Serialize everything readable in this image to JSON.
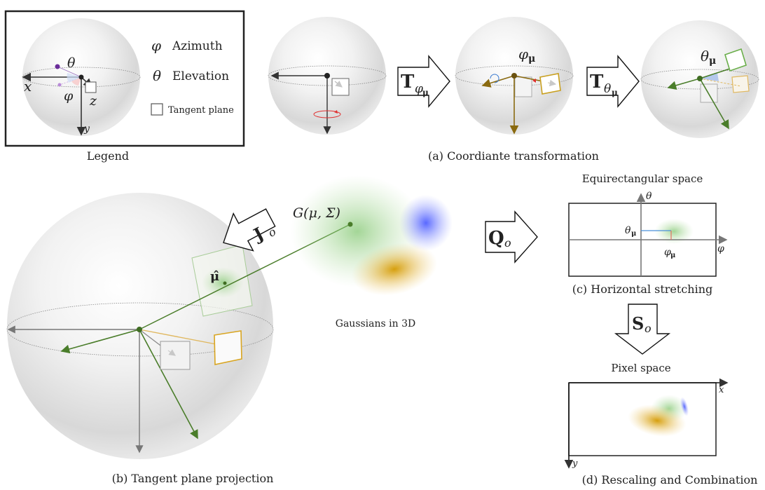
{
  "legend": {
    "caption": "Legend",
    "items": [
      {
        "symbol": "φ",
        "label": "Azimuth"
      },
      {
        "symbol": "θ",
        "label": "Elevation"
      },
      {
        "symbol": "square",
        "label": "Tangent plane"
      }
    ],
    "axes": {
      "x": "x",
      "y": "y",
      "z": "z",
      "theta": "θ",
      "phi": "φ"
    }
  },
  "panel_a": {
    "caption": "(a) Coordiante transformation",
    "arrow1": {
      "main": "T",
      "sub": "φ",
      "subsub": "μ"
    },
    "arrow2": {
      "main": "T",
      "sub": "θ",
      "subsub": "μ"
    },
    "sphere2_label": {
      "main": "φ",
      "sub": "μ"
    },
    "sphere3_label": {
      "main": "θ",
      "sub": "μ"
    }
  },
  "panel_b": {
    "caption": "(b) Tangent plane projection",
    "mu_hat": "μ̂",
    "arrow": {
      "main": "J",
      "sub": "o"
    },
    "gaussian_label": "G(μ, Σ)",
    "gaussians_caption": "Gaussians in 3D"
  },
  "panel_c": {
    "title": "Equirectangular space",
    "caption": "(c) Horizontal stretching",
    "arrow": {
      "main": "Q",
      "sub": "o"
    },
    "axis_theta": "θ",
    "axis_phi": "φ",
    "theta_mu": {
      "main": "θ",
      "sub": "μ"
    },
    "phi_mu": {
      "main": "φ",
      "sub": "μ"
    }
  },
  "panel_d": {
    "title": "Pixel space",
    "caption": "(d) Rescaling and Combination",
    "arrow": {
      "main": "S",
      "sub": "o"
    },
    "axis_x": "x",
    "axis_y": "y"
  },
  "colors": {
    "green": "#4a7d2a",
    "gold": "#d9a520",
    "brown": "#8a6a10",
    "blue": "#4a6cf0",
    "red": "#e03030",
    "gray": "#777777",
    "dark": "#333333"
  }
}
